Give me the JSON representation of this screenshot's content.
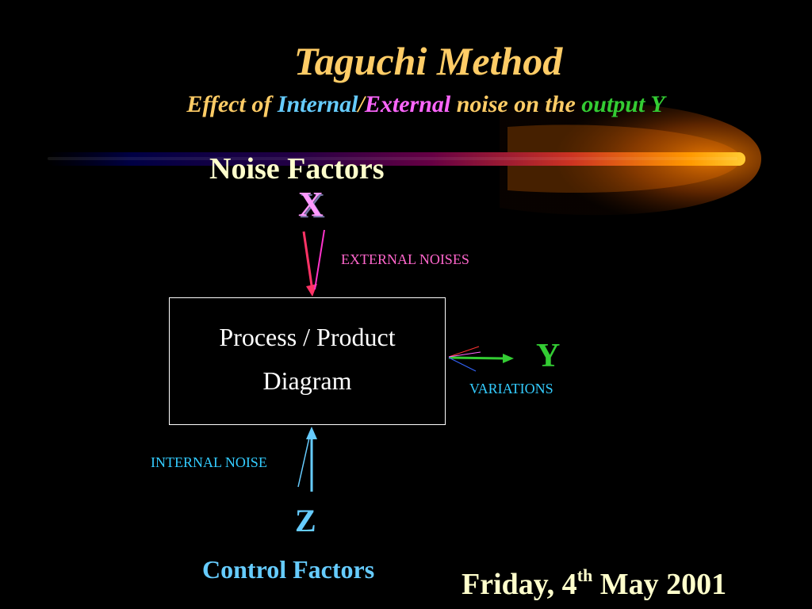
{
  "title": "Taguchi Method",
  "subtitle": {
    "part1": "Effect of ",
    "internal": "Internal",
    "slash": "/",
    "external": "External",
    "part2": " noise on the ",
    "output": "output Y"
  },
  "diagram": {
    "noise_factors": "Noise Factors",
    "x": "X",
    "external_noises": "EXTERNAL NOISES",
    "box_line1": "Process / Product",
    "box_line2": "Diagram",
    "y": "Y",
    "variations": "VARIATIONS",
    "internal_noise": "INTERNAL NOISE",
    "z": "Z",
    "control_factors": "Control Factors"
  },
  "date": {
    "prefix": "Friday, 4",
    "sup": "th",
    "suffix": " May 2001"
  },
  "colors": {
    "title": "#ffcc66",
    "internal": "#66ccff",
    "external": "#ff66ff",
    "output": "#33cc33",
    "box": "#ffffff"
  }
}
